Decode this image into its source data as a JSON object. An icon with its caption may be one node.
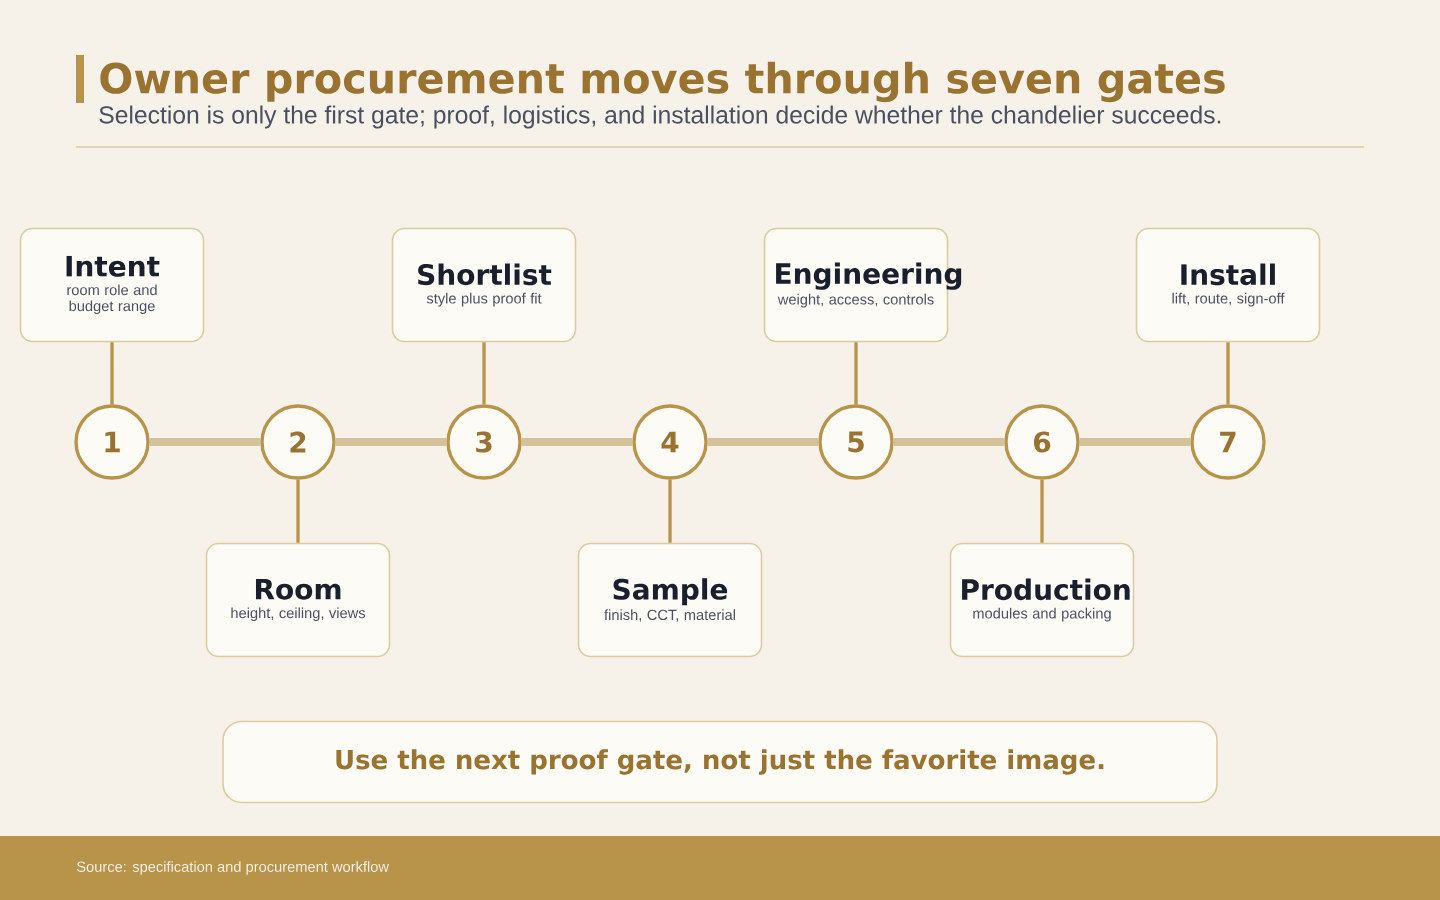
{
  "diagram": {
    "title": "Owner procurement moves through seven gates",
    "nodes": [
      {
        "text": [
          "Intent",
          "room role and budget range"
        ]
      },
      {
        "text": [
          "Shortlist",
          "style plus proof fit"
        ]
      },
      {
        "text": [
          "Engineering",
          "weight, access, controls"
        ]
      },
      {
        "text": [
          "Install",
          "lift, route, sign-off"
        ]
      },
      {
        "text": [
          "1"
        ]
      },
      {
        "text": [
          "2"
        ]
      },
      {
        "text": [
          "3"
        ]
      },
      {
        "text": [
          "4"
        ]
      },
      {
        "text": [
          "5"
        ]
      },
      {
        "text": [
          "6"
        ]
      },
      {
        "text": [
          "7"
        ]
      },
      {
        "text": [
          "Room",
          "height, ceiling, views"
        ]
      },
      {
        "text": [
          "Sample",
          "finish, CCT, material"
        ]
      },
      {
        "text": [
          "Production",
          "modules and packing"
        ]
      },
      {
        "text": [
          "Use the next proof gate, not just the favorite image."
        ]
      }
    ],
    "edges": [
      {
        "from": 4,
        "to": 5,
        "arrow": "none",
        "style": "thick",
        "color": "#d4c39a"
      },
      {
        "from": 5,
        "to": 6,
        "arrow": "none",
        "style": "thick",
        "color": "#d4c39a"
      },
      {
        "from": 6,
        "to": 7,
        "arrow": "none",
        "style": "thick",
        "color": "#d4c39a"
      },
      {
        "from": 7,
        "to": 8,
        "arrow": "none",
        "style": "thick",
        "color": "#d4c39a"
      },
      {
        "from": 8,
        "to": 9,
        "arrow": "none",
        "style": "thick",
        "color": "#d4c39a"
      },
      {
        "from": 9,
        "to": 10,
        "arrow": "none",
        "style": "thick",
        "color": "#d4c39a"
      },
      {
        "from": 0,
        "to": 4,
        "arrow": "none"
      },
      {
        "from": 5,
        "to": 11,
        "arrow": "none"
      },
      {
        "from": 1,
        "to": 6,
        "arrow": "none"
      },
      {
        "from": 7,
        "to": 12,
        "arrow": "none"
      },
      {
        "from": 2,
        "to": 8,
        "arrow": "none"
      },
      {
        "from": 9,
        "to": 13,
        "arrow": "none"
      },
      {
        "from": 3,
        "to": 10,
        "arrow": "none"
      }
    ],
    "labels": [
      "Selection is only the first gate; proof, logistics, and installation decide whether the chandelier succeeds.",
      "Source: specification and procurement workflow"
    ]
  }
}
